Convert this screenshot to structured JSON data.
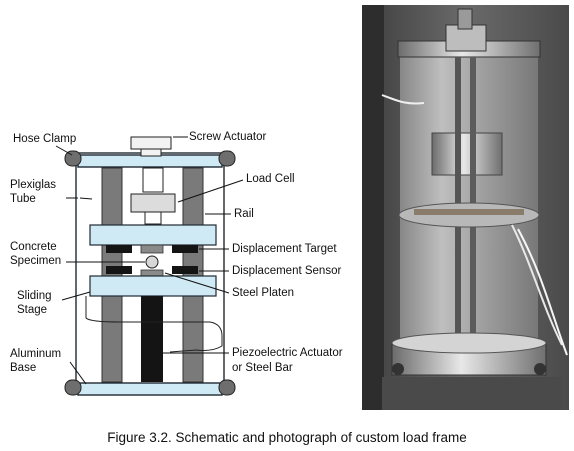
{
  "labels": {
    "hose_clamp": "Hose Clamp",
    "screw_actuator": "Screw Actuator",
    "plexiglas_line1": "Plexiglas",
    "plexiglas_line2": "Tube",
    "load_cell": "Load Cell",
    "rail": "Rail",
    "concrete_line1": "Concrete",
    "concrete_line2": "Specimen",
    "displacement_target": "Displacement Target",
    "displacement_sensor": "Displacement Sensor",
    "steel_platen": "Steel Platen",
    "sliding_line1": "Sliding",
    "sliding_line2": "Stage",
    "aluminum_line1": "Aluminum",
    "aluminum_line2": "Base",
    "piezo_line1": "Piezoelectric Actuator",
    "piezo_line2": "or Steel Bar"
  },
  "caption": "Figure 3.2. Schematic and photograph of custom load frame",
  "colors": {
    "plexiglas_blue": "#cfe9f5",
    "rail_gray": "#7a7a7a",
    "block_black": "#141414",
    "frame_outline": "#1f2a33"
  }
}
